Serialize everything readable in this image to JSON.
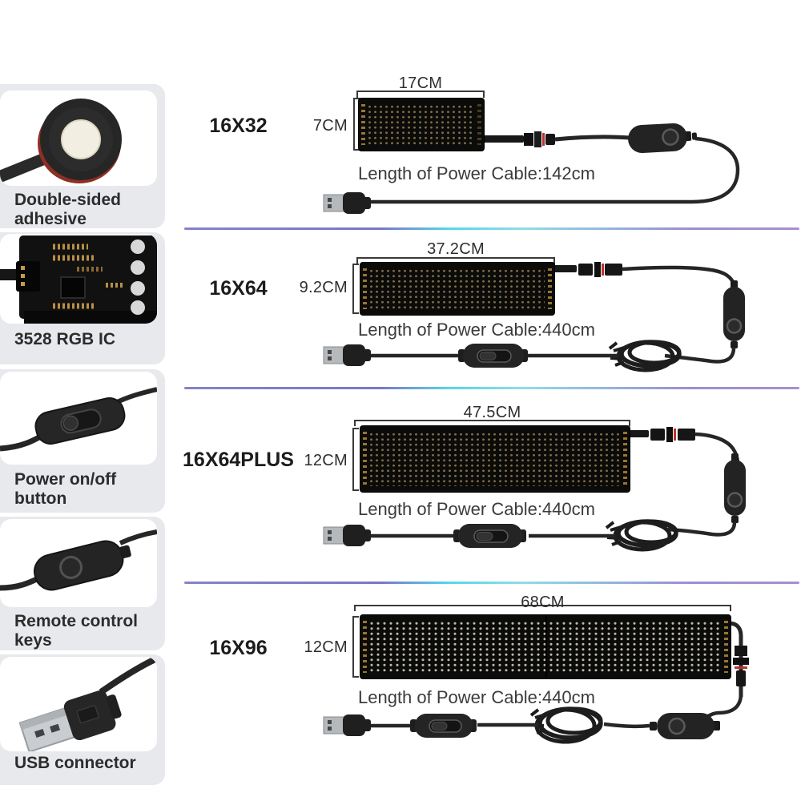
{
  "sidebar": {
    "items": [
      {
        "label": "Double-sided adhesive",
        "photo": "adhesive-tape-roll-photo"
      },
      {
        "label": "3528 RGB IC",
        "photo": "rgb-ic-pcb-photo"
      },
      {
        "label": "Power on/off button",
        "photo": "inline-switch-photo"
      },
      {
        "label": "Remote control keys",
        "photo": "remote-dongle-photo"
      },
      {
        "label": "USB connector",
        "photo": "usb-plug-photo"
      }
    ]
  },
  "panels": [
    {
      "model": "16X32",
      "panel_width": "17CM",
      "panel_height": "7CM",
      "cable_note": "Length of Power Cable:142cm"
    },
    {
      "model": "16X64",
      "panel_width": "37.2CM",
      "panel_height": "9.2CM",
      "cable_note": "Length of Power Cable:440cm"
    },
    {
      "model": "16X64PLUS",
      "panel_width": "47.5CM",
      "panel_height": "12CM",
      "cable_note": "Length of Power Cable:440cm"
    },
    {
      "model": "16X96",
      "panel_width": "68CM",
      "panel_height": "12CM",
      "cable_note": "Length of Power Cable:440cm"
    }
  ],
  "colors": {
    "page_bg": "#ffffff",
    "sidebar_bg": "#e8e9ed",
    "sidebar_label_text": "#2c2c2c",
    "dimension_text": "#2e2e2e",
    "note_text": "#3b3b3b",
    "model_text": "#1c1c1c",
    "divider_purple_left": "#7b78c6",
    "divider_cyan_mid": "#55d7e8",
    "divider_purple_right": "#a78ed0",
    "panel_bg": "#0b0b0a",
    "led_dot_dim": "#deb776",
    "led_dot_bright": "#f0eada",
    "connector_red": "#b8332a",
    "usb_metal": "#b6b9bc"
  }
}
